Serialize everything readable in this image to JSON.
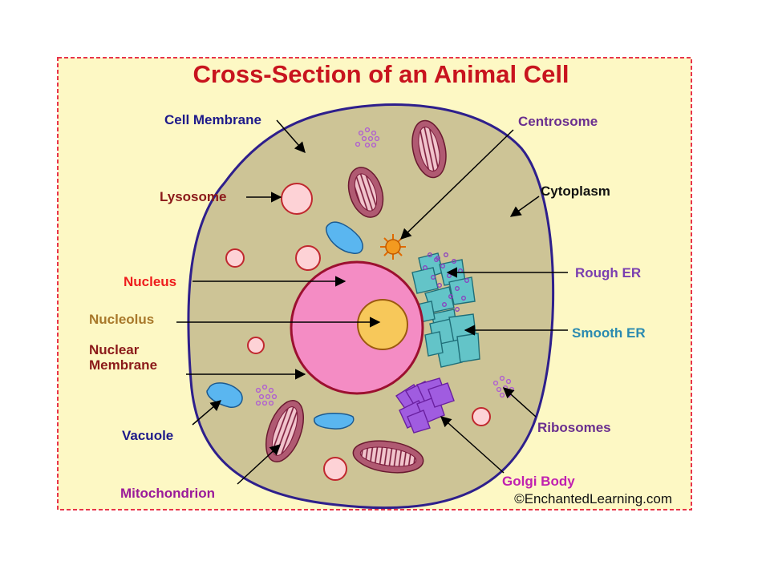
{
  "title": "Cross-Section of an Animal Cell",
  "credit": "©EnchantedLearning.com",
  "colors": {
    "panel_bg": "#fdf8c4",
    "border": "#e8344a",
    "cell_fill": "#cdc496",
    "cell_outline": "#2e1f8c",
    "nucleus": "#f48cc4",
    "nuclear_membrane": "#9c1030",
    "nucleolus": "#f7c85a",
    "lysosome": "#fdd2d6",
    "vacuole": "#5ab6f0",
    "mitochondrion": "#b05a72",
    "golgi": "#a05ce0",
    "er": "#63c4c8",
    "centrosome": "#f39a20"
  },
  "labels": {
    "cell_membrane": "Cell Membrane",
    "centrosome": "Centrosome",
    "lysosome": "Lysosome",
    "cytoplasm": "Cytoplasm",
    "nucleus": "Nucleus",
    "rough_er": "Rough ER",
    "nucleolus": "Nucleolus",
    "smooth_er": "Smooth ER",
    "nuclear_membrane_line1": "Nuclear",
    "nuclear_membrane_line2": "Membrane",
    "vacuole": "Vacuole",
    "ribosomes": "Ribosomes",
    "golgi_body": "Golgi Body",
    "mitochondrion": "Mitochondrion"
  },
  "label_colors": {
    "cell_membrane": "#1e1a8a",
    "centrosome": "#6a2f8f",
    "lysosome": "#8b1a1a",
    "cytoplasm": "#111111",
    "nucleus": "#ee1c1c",
    "rough_er": "#7a3fb0",
    "nucleolus": "#a8782a",
    "smooth_er": "#2a8ab0",
    "nuclear_membrane": "#8b1a1a",
    "vacuole": "#1e1a8a",
    "ribosomes": "#6a2f8f",
    "golgi_body": "#c020b0",
    "mitochondrion": "#9a1a9a"
  }
}
